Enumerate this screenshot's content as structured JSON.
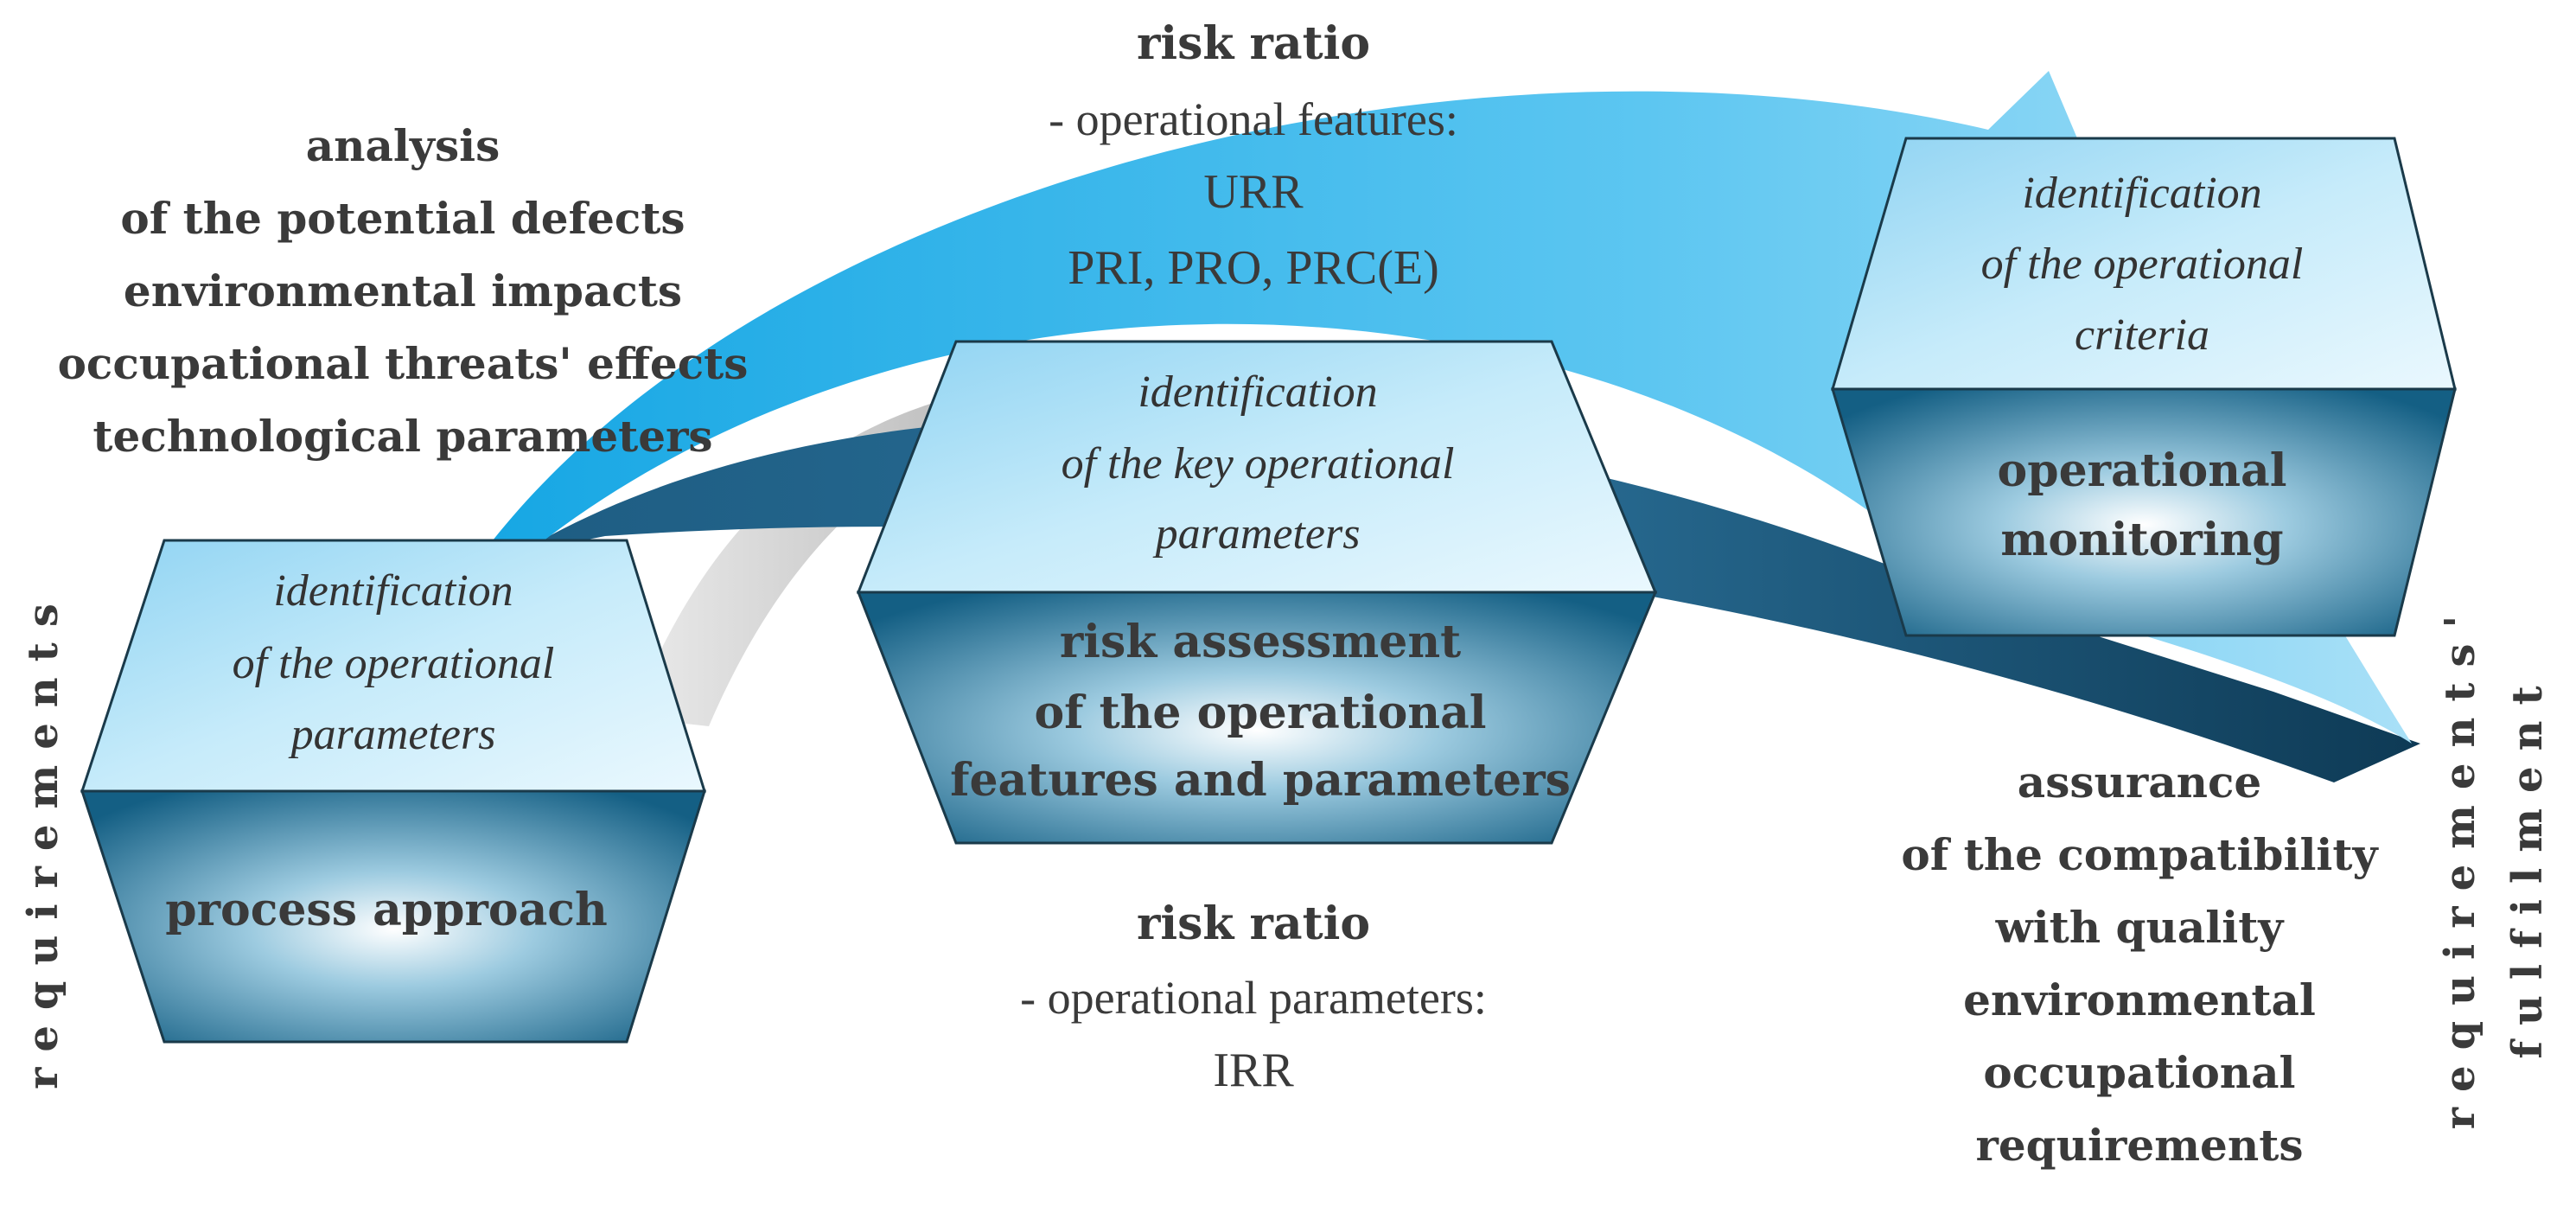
{
  "left_analysis": {
    "line1": "analysis",
    "line2": "of the potential defects",
    "line3": "environmental impacts",
    "line4": "occupational threats' effects",
    "line5": "technological parameters"
  },
  "top_risk_ratio": {
    "title": "risk ratio",
    "subtitle": "- operational features:",
    "line1": "URR",
    "line2": "PRI, PRO, PRC(E)"
  },
  "bottom_risk_ratio": {
    "title": "risk ratio",
    "subtitle": "- operational parameters:",
    "line1": "IRR"
  },
  "box_left": {
    "top_line1": "identification",
    "top_line2": "of the operational",
    "top_line3": "parameters",
    "bottom": "process approach"
  },
  "box_middle": {
    "top_line1": "identification",
    "top_line2": "of the key operational",
    "top_line3": "parameters",
    "bottom_line1": "risk assessment",
    "bottom_line2": "of the operational",
    "bottom_line3": "features and parameters"
  },
  "box_right": {
    "top_line1": "identification",
    "top_line2": "of the operational",
    "top_line3": "criteria",
    "bottom_line1": "operational",
    "bottom_line2": "monitoring"
  },
  "assurance": {
    "line1": "assurance",
    "line2": "of the compatibility",
    "line3": "with quality",
    "line4": "environmental",
    "line5": "occupational",
    "line6": "requirements"
  },
  "side_left": "requirements",
  "side_right_line1": "requirements'",
  "side_right_line2": "fulfilment"
}
